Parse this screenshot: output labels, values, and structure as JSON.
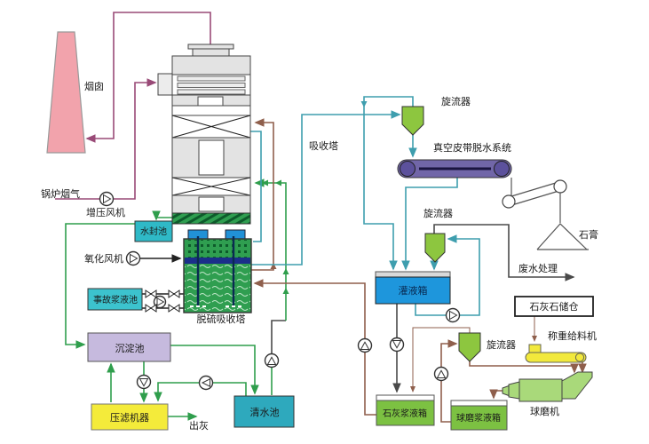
{
  "diagram": {
    "type": "process-flow-diagram",
    "subject": "flue-gas-desulfurization-system"
  },
  "labels": {
    "chimney": "烟囱",
    "boiler_flue_gas": "锅炉烟气",
    "booster_fan": "增压风机",
    "water_seal_pool": "水封池",
    "oxidation_fan": "氧化风机",
    "accident_slurry_pool": "事故浆液池",
    "desulfurization_absorber": "脱硫吸收塔",
    "sedimentation_pool": "沉淀池",
    "filter_press": "压滤机器",
    "ash_out": "出灰",
    "clear_water_pool": "清水池",
    "absorption_tower": "吸收塔",
    "cyclone_1": "旋流器",
    "vacuum_belt_dewatering": "真空皮带脱水系统",
    "cyclone_2": "旋流器",
    "filtrate_tank": "灌液箱",
    "gypsum": "石膏",
    "wastewater_treatment": "废水处理",
    "limestone_silo": "石灰石储仓",
    "weighing_feeder": "称重给料机",
    "cyclone_3": "旋流器",
    "ball_mill": "球磨机",
    "lime_slurry_tank": "石灰浆液箱",
    "ball_mill_slurry_tank": "球磨浆液箱"
  },
  "colors": {
    "flue_gas_line": "#994a77",
    "process_water_line": "#2f9e4c",
    "gypsum_water_line": "#3e9eae",
    "slurry_line": "#8f5f4c",
    "dark_line": "#4a4a4a",
    "chimney_fill": "#f2a3ac",
    "cyan_pool_fill": "#3cc3ce",
    "sedimentation_fill": "#c6bade",
    "yellow_equipment_fill": "#f2e93c",
    "clear_water_fill": "#2ea9bd",
    "filtrate_tank_fill": "#1e96dc",
    "green_tank_fill": "#7cc142",
    "cyclone_fill": "#8dc63f",
    "belt_fill": "#7166a8",
    "ball_mill_fill": "#a9d97a",
    "absorber_slurry_fill": "#2f9e50"
  }
}
